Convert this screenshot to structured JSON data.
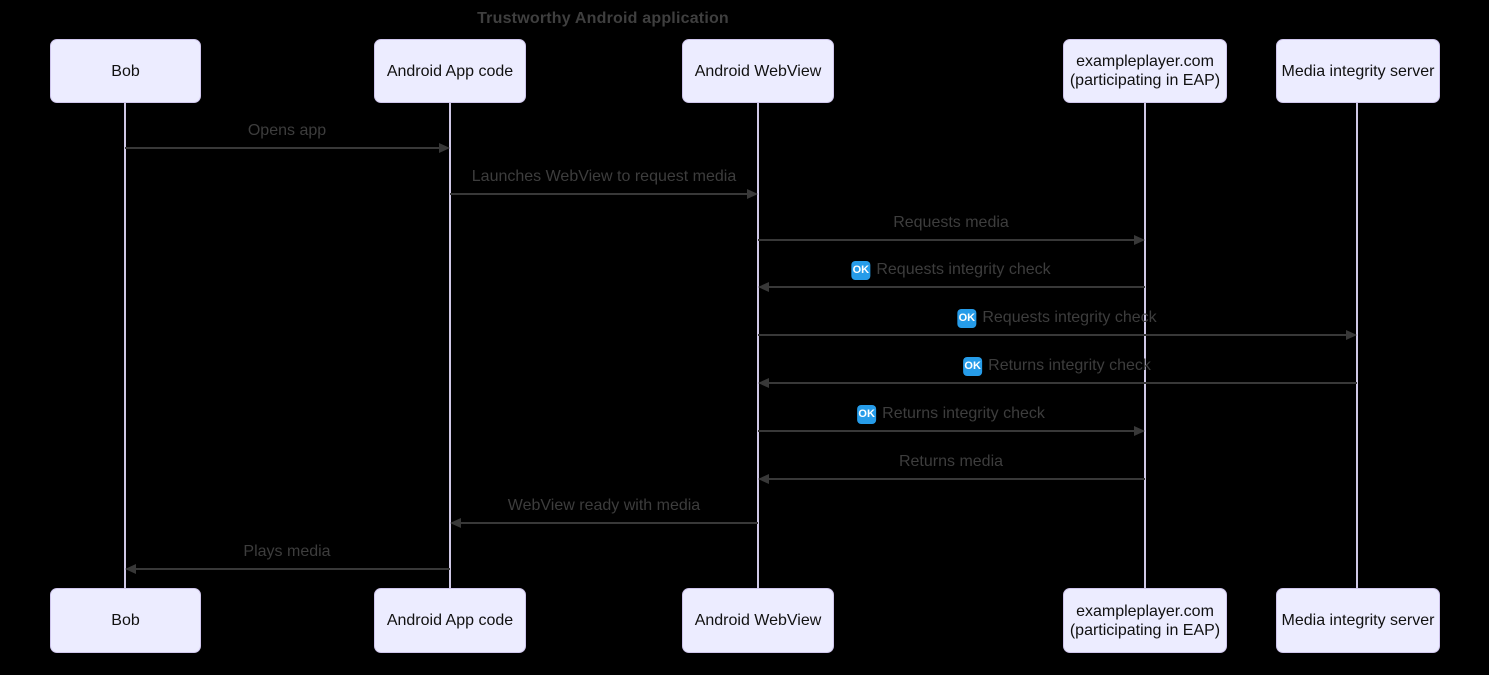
{
  "title": "Trustworthy Android application",
  "colors": {
    "page_bg": "#000000",
    "actor_fill": "#ECECFF",
    "actor_border": "#CFC6EC",
    "actor_text": "#111111",
    "lifeline": "#CFC8E6",
    "arrow": "#383838",
    "message_text": "#3D3D3D",
    "title_text": "#3F3F3F",
    "ok_badge_bg": "#269CE9",
    "ok_badge_text": "#FFFFFF"
  },
  "ok_icon": {
    "label": "OK"
  },
  "actors": [
    {
      "id": "bob",
      "label": "Bob"
    },
    {
      "id": "android-app-code",
      "label": "Android App code"
    },
    {
      "id": "android-webview",
      "label": "Android WebView"
    },
    {
      "id": "exampleplayer",
      "label": "exampleplayer.com\n(participating in EAP)"
    },
    {
      "id": "media-integrity-server",
      "label": "Media integrity server"
    }
  ],
  "messages": [
    {
      "from": "Bob",
      "to": "Android App code",
      "label": "Opens app",
      "has_ok_icon": false
    },
    {
      "from": "Android App code",
      "to": "Android WebView",
      "label": "Launches WebView to request media",
      "has_ok_icon": false
    },
    {
      "from": "Android WebView",
      "to": "exampleplayer.com",
      "label": "Requests media",
      "has_ok_icon": false
    },
    {
      "from": "exampleplayer.com",
      "to": "Android WebView",
      "label": "Requests integrity check",
      "has_ok_icon": true
    },
    {
      "from": "Android WebView",
      "to": "Media integrity server",
      "label": "Requests integrity check",
      "has_ok_icon": true
    },
    {
      "from": "Media integrity server",
      "to": "Android WebView",
      "label": "Returns integrity check",
      "has_ok_icon": true
    },
    {
      "from": "Android WebView",
      "to": "exampleplayer.com",
      "label": "Returns integrity check",
      "has_ok_icon": true
    },
    {
      "from": "exampleplayer.com",
      "to": "Android WebView",
      "label": "Returns media",
      "has_ok_icon": false
    },
    {
      "from": "Android WebView",
      "to": "Android App code",
      "label": "WebView ready with media",
      "has_ok_icon": false
    },
    {
      "from": "Android App code",
      "to": "Bob",
      "label": "Plays media",
      "has_ok_icon": false
    }
  ]
}
